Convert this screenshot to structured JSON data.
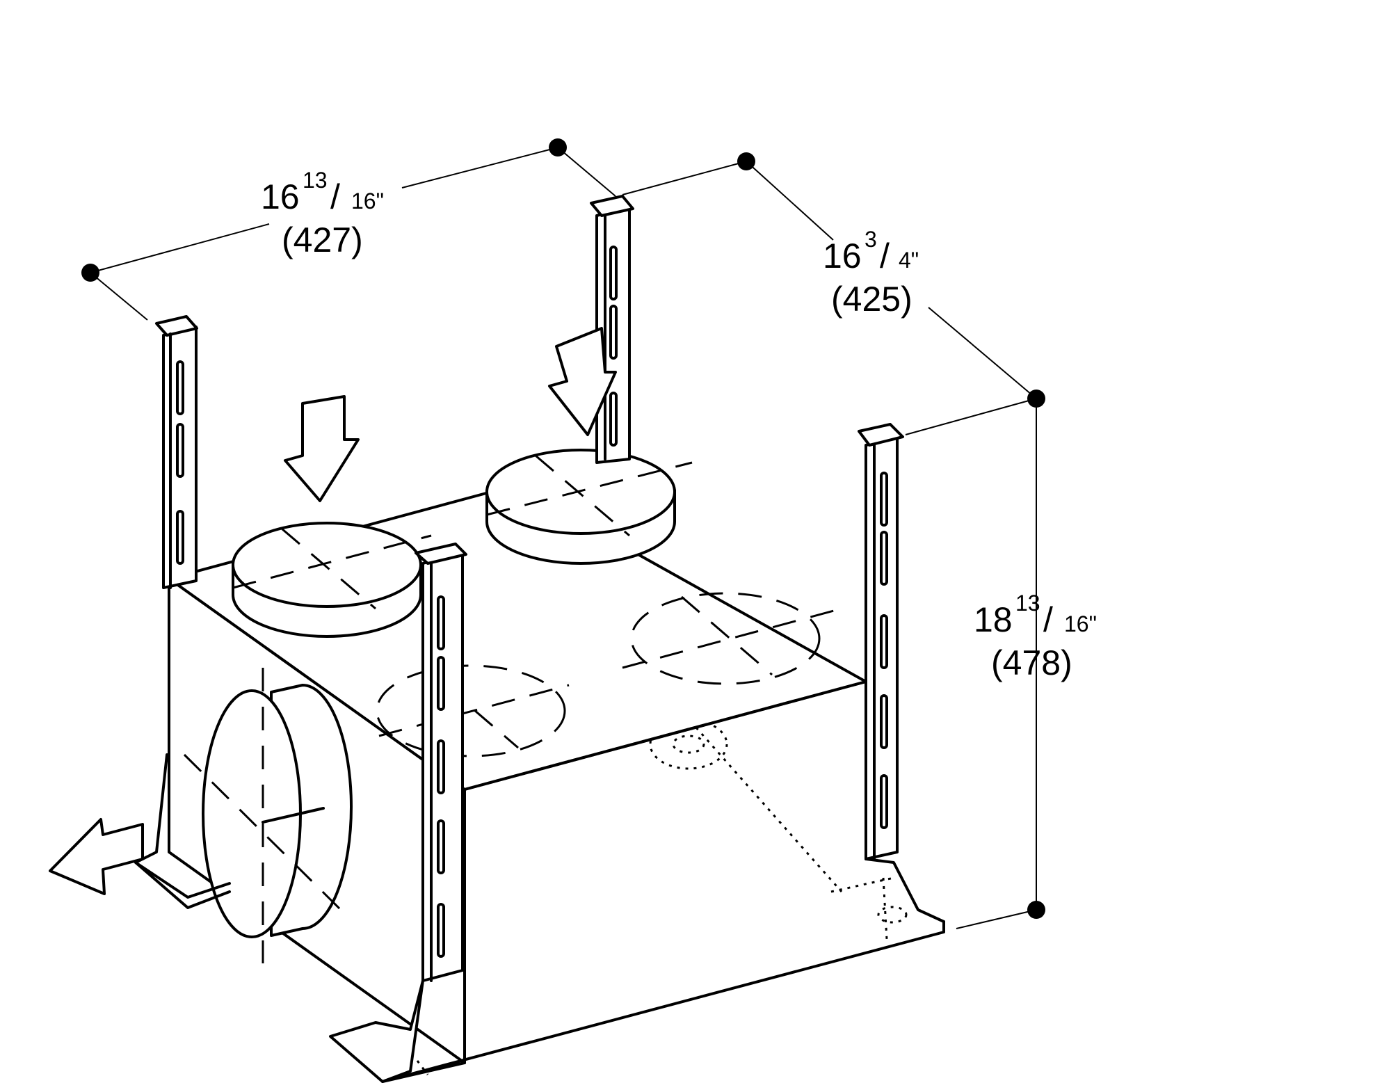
{
  "dimensions": {
    "width": {
      "whole": "16",
      "num": "13",
      "den": "16\"",
      "metric": "(427)"
    },
    "depth": {
      "whole": "16",
      "num": "3",
      "den": "4\"",
      "metric": "(425)"
    },
    "height": {
      "whole": "18",
      "num": "13",
      "den": "16\"",
      "metric": "(478)"
    }
  },
  "colors": {
    "line": "#000000",
    "background": "#ffffff"
  }
}
